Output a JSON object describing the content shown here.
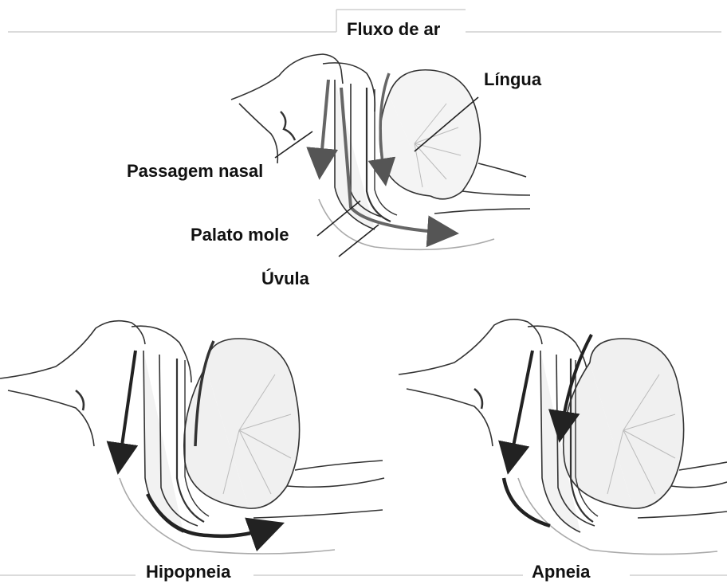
{
  "labels": {
    "airflow": "Fluxo de ar",
    "tongue": "Língua",
    "nasal_passage": "Passagem nasal",
    "soft_palate": "Palato mole",
    "uvula": "Úvula",
    "hypopnea": "Hipopneia",
    "apnea": "Apneia"
  }
}
